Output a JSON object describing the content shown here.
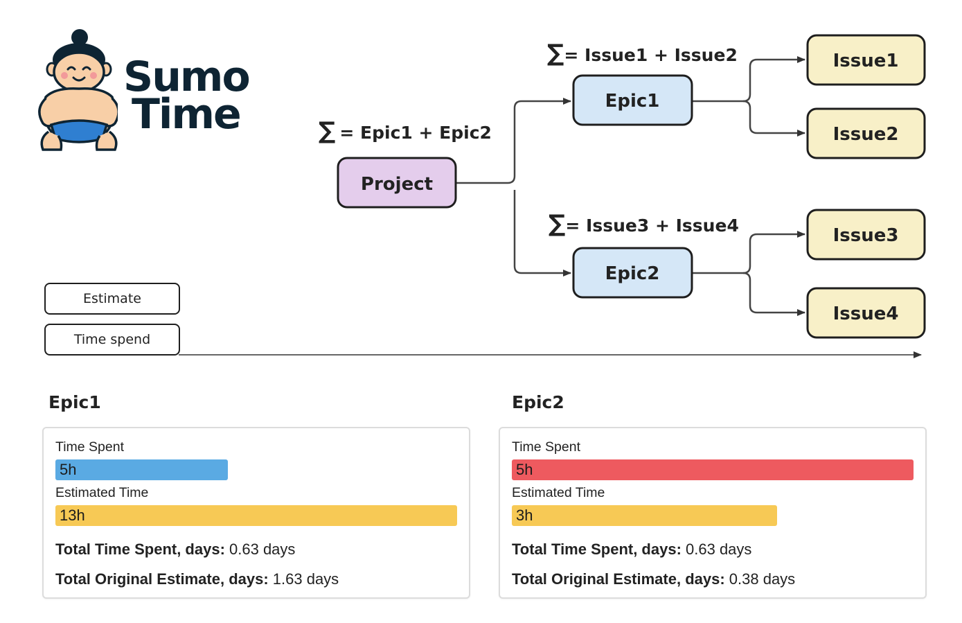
{
  "logo": {
    "word1": "Sumo",
    "word2": "Time"
  },
  "diagram": {
    "project": {
      "label": "Project",
      "formula": "= Epic1 + Epic2"
    },
    "epic1": {
      "label": "Epic1",
      "formula": "= Issue1 + Issue2"
    },
    "epic2": {
      "label": "Epic2",
      "formula": "= Issue3 + Issue4"
    },
    "issues": [
      "Issue1",
      "Issue2",
      "Issue3",
      "Issue4"
    ],
    "sigma": "∑",
    "colors": {
      "project_fill": "#e4cdec",
      "epic_fill": "#d5e7f7",
      "issue_fill": "#f8f0c8",
      "stroke": "#1e1e1e"
    }
  },
  "legend": {
    "estimate": "Estimate",
    "time_spend": "Time spend"
  },
  "panels": [
    {
      "title": "Epic1",
      "spent_label": "Time Spent",
      "spent_value": "5h",
      "spent_fraction": 0.43,
      "spent_color": "#5aaae3",
      "estimate_label": "Estimated Time",
      "estimate_value": "13h",
      "estimate_fraction": 1.0,
      "estimate_color": "#f7c955",
      "total_spent_label": "Total Time Spent, days:",
      "total_spent_value": " 0.63 days",
      "total_estimate_label": "Total Original Estimate, days:",
      "total_estimate_value": " 1.63 days"
    },
    {
      "title": "Epic2",
      "spent_label": "Time Spent",
      "spent_value": "5h",
      "spent_fraction": 1.0,
      "spent_color": "#ee5a5f",
      "estimate_label": "Estimated Time",
      "estimate_value": "3h",
      "estimate_fraction": 0.66,
      "estimate_color": "#f7c955",
      "total_spent_label": "Total Time Spent, days:",
      "total_spent_value": " 0.63 days",
      "total_estimate_label": "Total Original Estimate, days:",
      "total_estimate_value": " 0.38 days"
    }
  ]
}
